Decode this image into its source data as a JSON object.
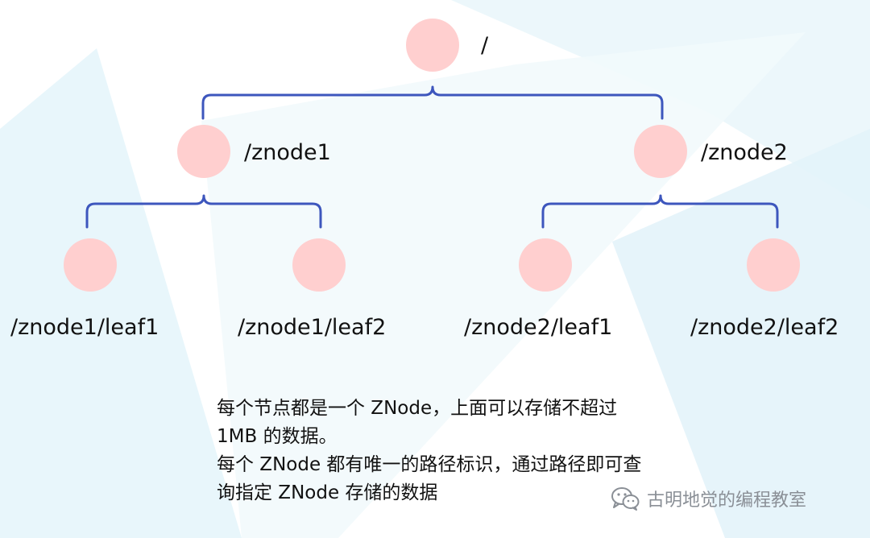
{
  "colors": {
    "node_fill": "#ffcfcf",
    "connector": "#3d56bd",
    "text": "#111111",
    "background_tint": "#e3f4fb",
    "watermark": "#8a8f96"
  },
  "tree": {
    "root": {
      "label": "/"
    },
    "children": [
      {
        "label": "/znode1",
        "leaves": [
          {
            "label": "/znode1/leaf1"
          },
          {
            "label": "/znode1/leaf2"
          }
        ]
      },
      {
        "label": "/znode2",
        "leaves": [
          {
            "label": "/znode2/leaf1"
          },
          {
            "label": "/znode2/leaf2"
          }
        ]
      }
    ]
  },
  "description": {
    "lines": [
      "每个节点都是一个 ZNode，上面可以存储不超过",
      "1MB 的数据。",
      "每个 ZNode 都有唯一的路径标识，通过路径即可查",
      "询指定 ZNode 存储的数据"
    ]
  },
  "watermark": {
    "icon": "wechat-icon",
    "text": "古明地觉的编程教室"
  }
}
